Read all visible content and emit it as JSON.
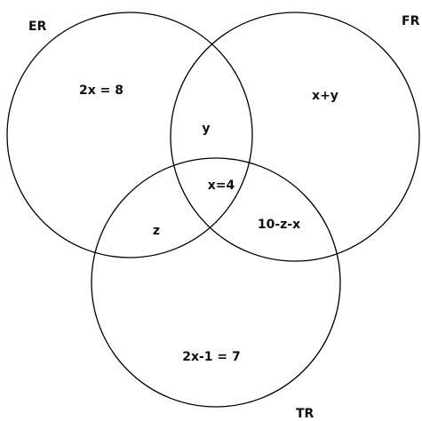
{
  "sets": {
    "er": "ER",
    "fr": "FR",
    "tr": "TR"
  },
  "regions": {
    "er_only": "2x = 8",
    "fr_only": "x+y",
    "er_fr_only": "y",
    "all_three": "x=4",
    "er_tr_only": "z",
    "fr_tr_only": "10-z-x",
    "tr_only": "2x-1 = 7"
  }
}
